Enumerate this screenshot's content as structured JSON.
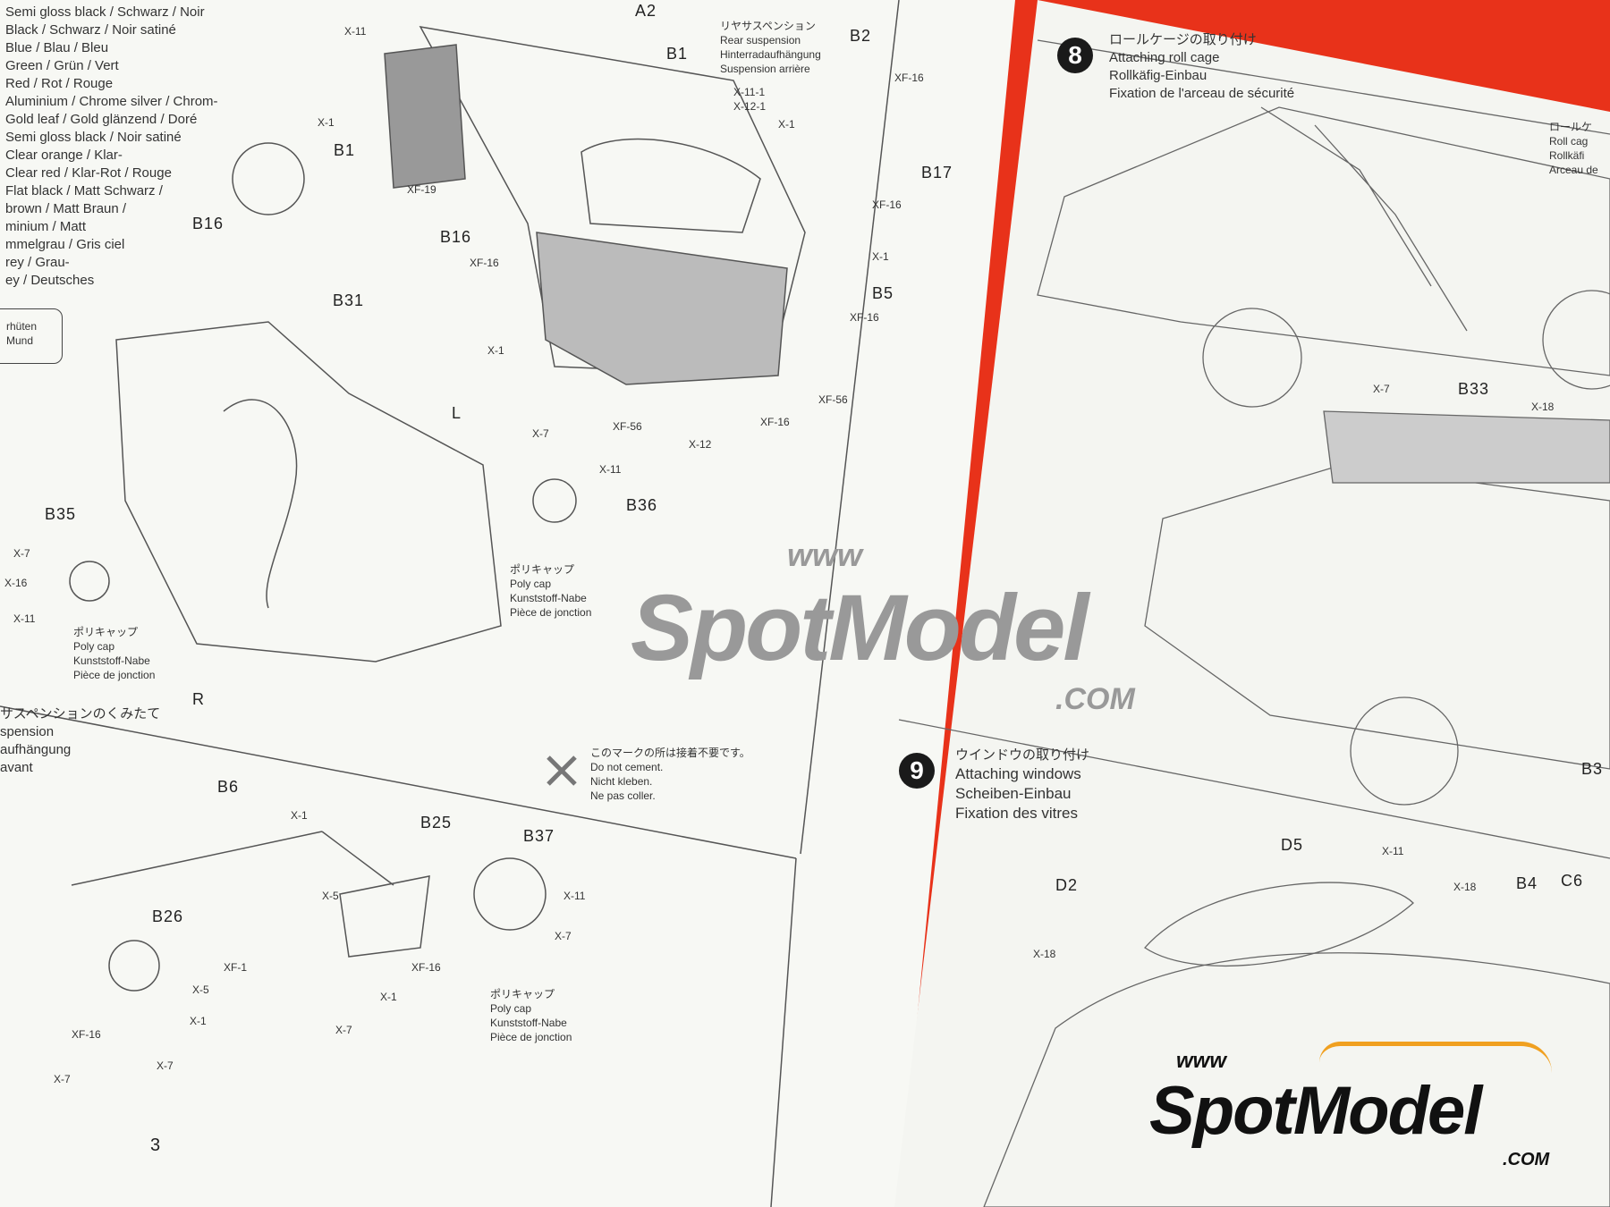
{
  "left_page": {
    "paint_list": [
      "Semi gloss black / Schwarz / Noir",
      "Black / Schwarz / Noir satiné",
      "Blue / Blau / Bleu",
      "Green / Grün / Vert",
      "Red / Rot / Rouge",
      "Aluminium / Chrome silver / Chrom-",
      "Gold leaf / Gold glänzend / Doré",
      "Semi gloss black / Noir satiné",
      "Clear orange / Klar-",
      "Clear red / Klar-Rot / Rouge",
      "Flat black / Matt Schwarz /",
      "brown / Matt Braun /",
      "minium / Matt",
      "mmelgrau / Gris ciel",
      "rey / Grau-",
      "ey / Deutsches"
    ],
    "warning_box": [
      "rhüten",
      "Mund"
    ],
    "rear_suspension_title": [
      "リヤサスペンション",
      "Rear suspension",
      "Hinterradaufhängung",
      "Suspension arrière"
    ],
    "front_suspension_title": [
      "サスペンションのくみたて",
      "spension",
      "aufhängung",
      "avant"
    ],
    "poly_cap": [
      "ポリキャップ",
      "Poly cap",
      "Kunststoff-Nabe",
      "Pièce de jonction"
    ],
    "no_cement": [
      "このマークの所は接着不要です。",
      "Do not cement.",
      "Nicht kleben.",
      "Ne pas coller."
    ],
    "part_labels": [
      "A2",
      "B1",
      "B2",
      "B1",
      "B16",
      "B17",
      "B16",
      "B5",
      "B31",
      "L",
      "B35",
      "B36",
      "R",
      "B6",
      "B25",
      "B37",
      "B26"
    ],
    "screw_labels": [
      "X-11",
      "X-1",
      "XF-19",
      "X-11-1",
      "X-12-1",
      "X-1",
      "XF-16",
      "XF-16",
      "XF-16",
      "X-1",
      "XF-16",
      "X-1",
      "XF-56",
      "XF-56",
      "XF-16",
      "X-12",
      "X-7",
      "X-11",
      "X-7",
      "X-16",
      "X-11",
      "X-1",
      "X-5",
      "X-11",
      "X-7",
      "XF-1",
      "XF-16",
      "X-1",
      "X-7",
      "X-5",
      "X-1",
      "XF-16",
      "X-7",
      "X-7"
    ],
    "page_number": "3"
  },
  "right_page": {
    "step8": {
      "number": "8",
      "title": [
        "ロールケージの取り付け",
        "Attaching roll cage",
        "Rollkäfig-Einbau",
        "Fixation de l'arceau de sécurité"
      ],
      "side_note": [
        "ロールケ",
        "Roll cag",
        "Rollkäfi",
        "Arceau de"
      ],
      "labels": [
        "B33",
        "X-7",
        "X-18"
      ]
    },
    "step9": {
      "number": "9",
      "title": [
        "ウインドウの取り付け",
        "Attaching windows",
        "Scheiben-Einbau",
        "Fixation des vitres"
      ],
      "labels": [
        "D5",
        "D2",
        "X-11",
        "X-18",
        "B4",
        "C6",
        "X-18",
        "B3"
      ]
    }
  },
  "watermark": {
    "prefix": "www",
    "brand": "SpotModel",
    "suffix": ".COM",
    "color": "#9a9a9a",
    "accent": "#f0a020"
  },
  "colors": {
    "background": "#e8321a",
    "paper": "#f7f8f4"
  }
}
